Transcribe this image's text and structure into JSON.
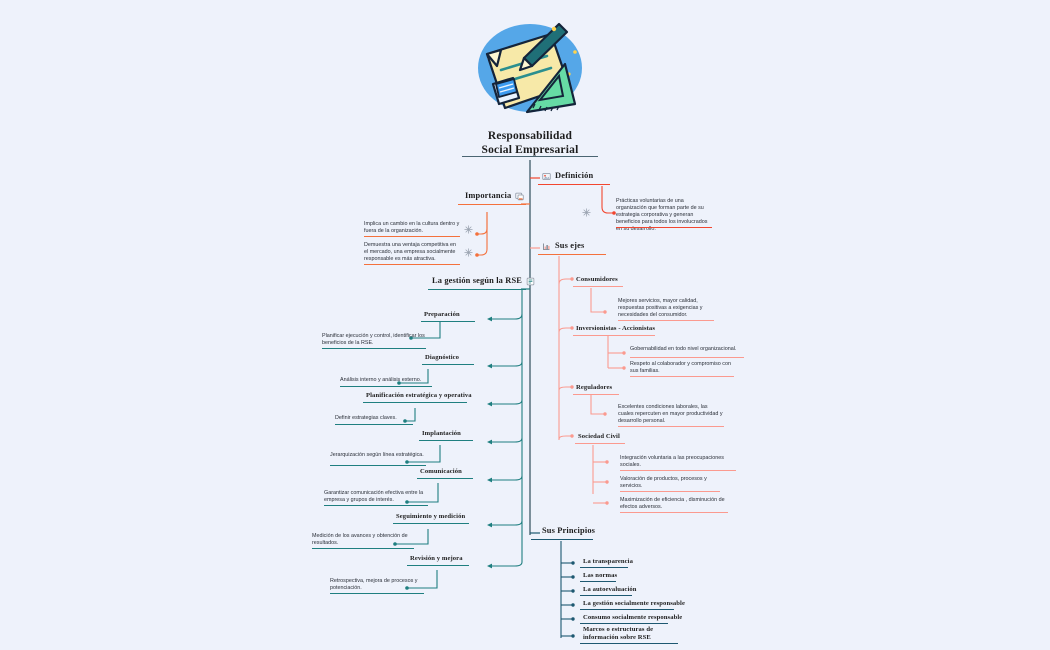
{
  "meta": {
    "background": "#eef2fb",
    "colors": {
      "trunk": "#4a6572",
      "definicion": "#f2462f",
      "sus_ejes": "#fb9a8f",
      "importancia": "#f4713c",
      "gestion": "#1f7f80",
      "principios": "#1d5871"
    }
  },
  "center": {
    "title_line1": "Responsabilidad",
    "title_line2": "Social Empresarial",
    "illustration": "paper-pen-ruler-illustration"
  },
  "branches": {
    "definicion": {
      "label": "Definición",
      "icon": "image-icon",
      "color": "#f2462f",
      "children": [
        {
          "label": "Prácticas voluntarias de una organización que forman parte de su estrategia corporativa y generan beneficios para todos los involucrados en su desarrollo.",
          "icon": "snowflake-icon"
        }
      ]
    },
    "sus_ejes": {
      "label": "Sus ejes",
      "icon": "chart-icon",
      "color": "#fb9a8f",
      "children": [
        {
          "label": "Consumidores",
          "children": [
            {
              "label": "Mejores servicios, mayor calidad, respuestas positivas a exigencias y necesidades del consumidor."
            }
          ]
        },
        {
          "label": "Inversionistas - Accionistas",
          "children": [
            {
              "label": "Gobernabilidad en todo nivel organizacional."
            },
            {
              "label": "Respeto al colaborador y compromiso con sus familias."
            }
          ]
        },
        {
          "label": "Reguladores",
          "children": [
            {
              "label": "Excelentes condiciones laborales, las cuales repercuten en mayor productividad y desarrollo personal."
            }
          ]
        },
        {
          "label": "Sociedad Civil",
          "children": [
            {
              "label": "Integración voluntaria a las preocupaciones sociales."
            },
            {
              "label": "Valoración de productos, procesos y servicios."
            },
            {
              "label": "Maximización de eficiencia , disminución de efectos adversos."
            }
          ]
        }
      ]
    },
    "sus_principios": {
      "label": "Sus Principios",
      "color": "#1d5871",
      "children": [
        {
          "label": "La transparencia"
        },
        {
          "label": "Las normas"
        },
        {
          "label": "La autoevaluación"
        },
        {
          "label": "La gestión socialmente responsable"
        },
        {
          "label": "Consumo socialmente responsable"
        },
        {
          "label": "Marcos o estructuras de información sobre RSE"
        }
      ]
    },
    "importancia": {
      "label": "Importancia",
      "icon": "image-icon",
      "color": "#f4713c",
      "children": [
        {
          "label": "Implica un cambio en la cultura dentro y fuera de la organización.",
          "icon": "snowflake-icon"
        },
        {
          "label": "Demuestra una ventaja competitiva en el mercado, una empresa socialmente responsable es más atractiva.",
          "icon": "snowflake-icon"
        }
      ]
    },
    "gestion": {
      "label": "La gestión según la RSE",
      "icon": "list-icon",
      "color": "#1f7f80",
      "children": [
        {
          "label": "Preparación",
          "children": [
            {
              "label": "Planificar ejecución y control, identificar los beneficios de la RSE."
            }
          ]
        },
        {
          "label": "Diagnóstico",
          "children": [
            {
              "label": "Análisis interno y análisis externo."
            }
          ]
        },
        {
          "label": "Planificación estratégica y operativa",
          "children": [
            {
              "label": "Definir estrategias claves."
            }
          ]
        },
        {
          "label": "Implantación",
          "children": [
            {
              "label": "Jerarquización según línea estratégica."
            }
          ]
        },
        {
          "label": "Comunicación",
          "children": [
            {
              "label": "Garantizar comunicación efectiva entre la empresa y grupos de interés."
            }
          ]
        },
        {
          "label": "Seguimiento y medición",
          "children": [
            {
              "label": "Medición de los avances y obtención de resultados."
            }
          ]
        },
        {
          "label": "Revisión y mejora",
          "children": [
            {
              "label": "Retrospectiva, mejora de procesos y potenciación."
            }
          ]
        }
      ]
    }
  }
}
